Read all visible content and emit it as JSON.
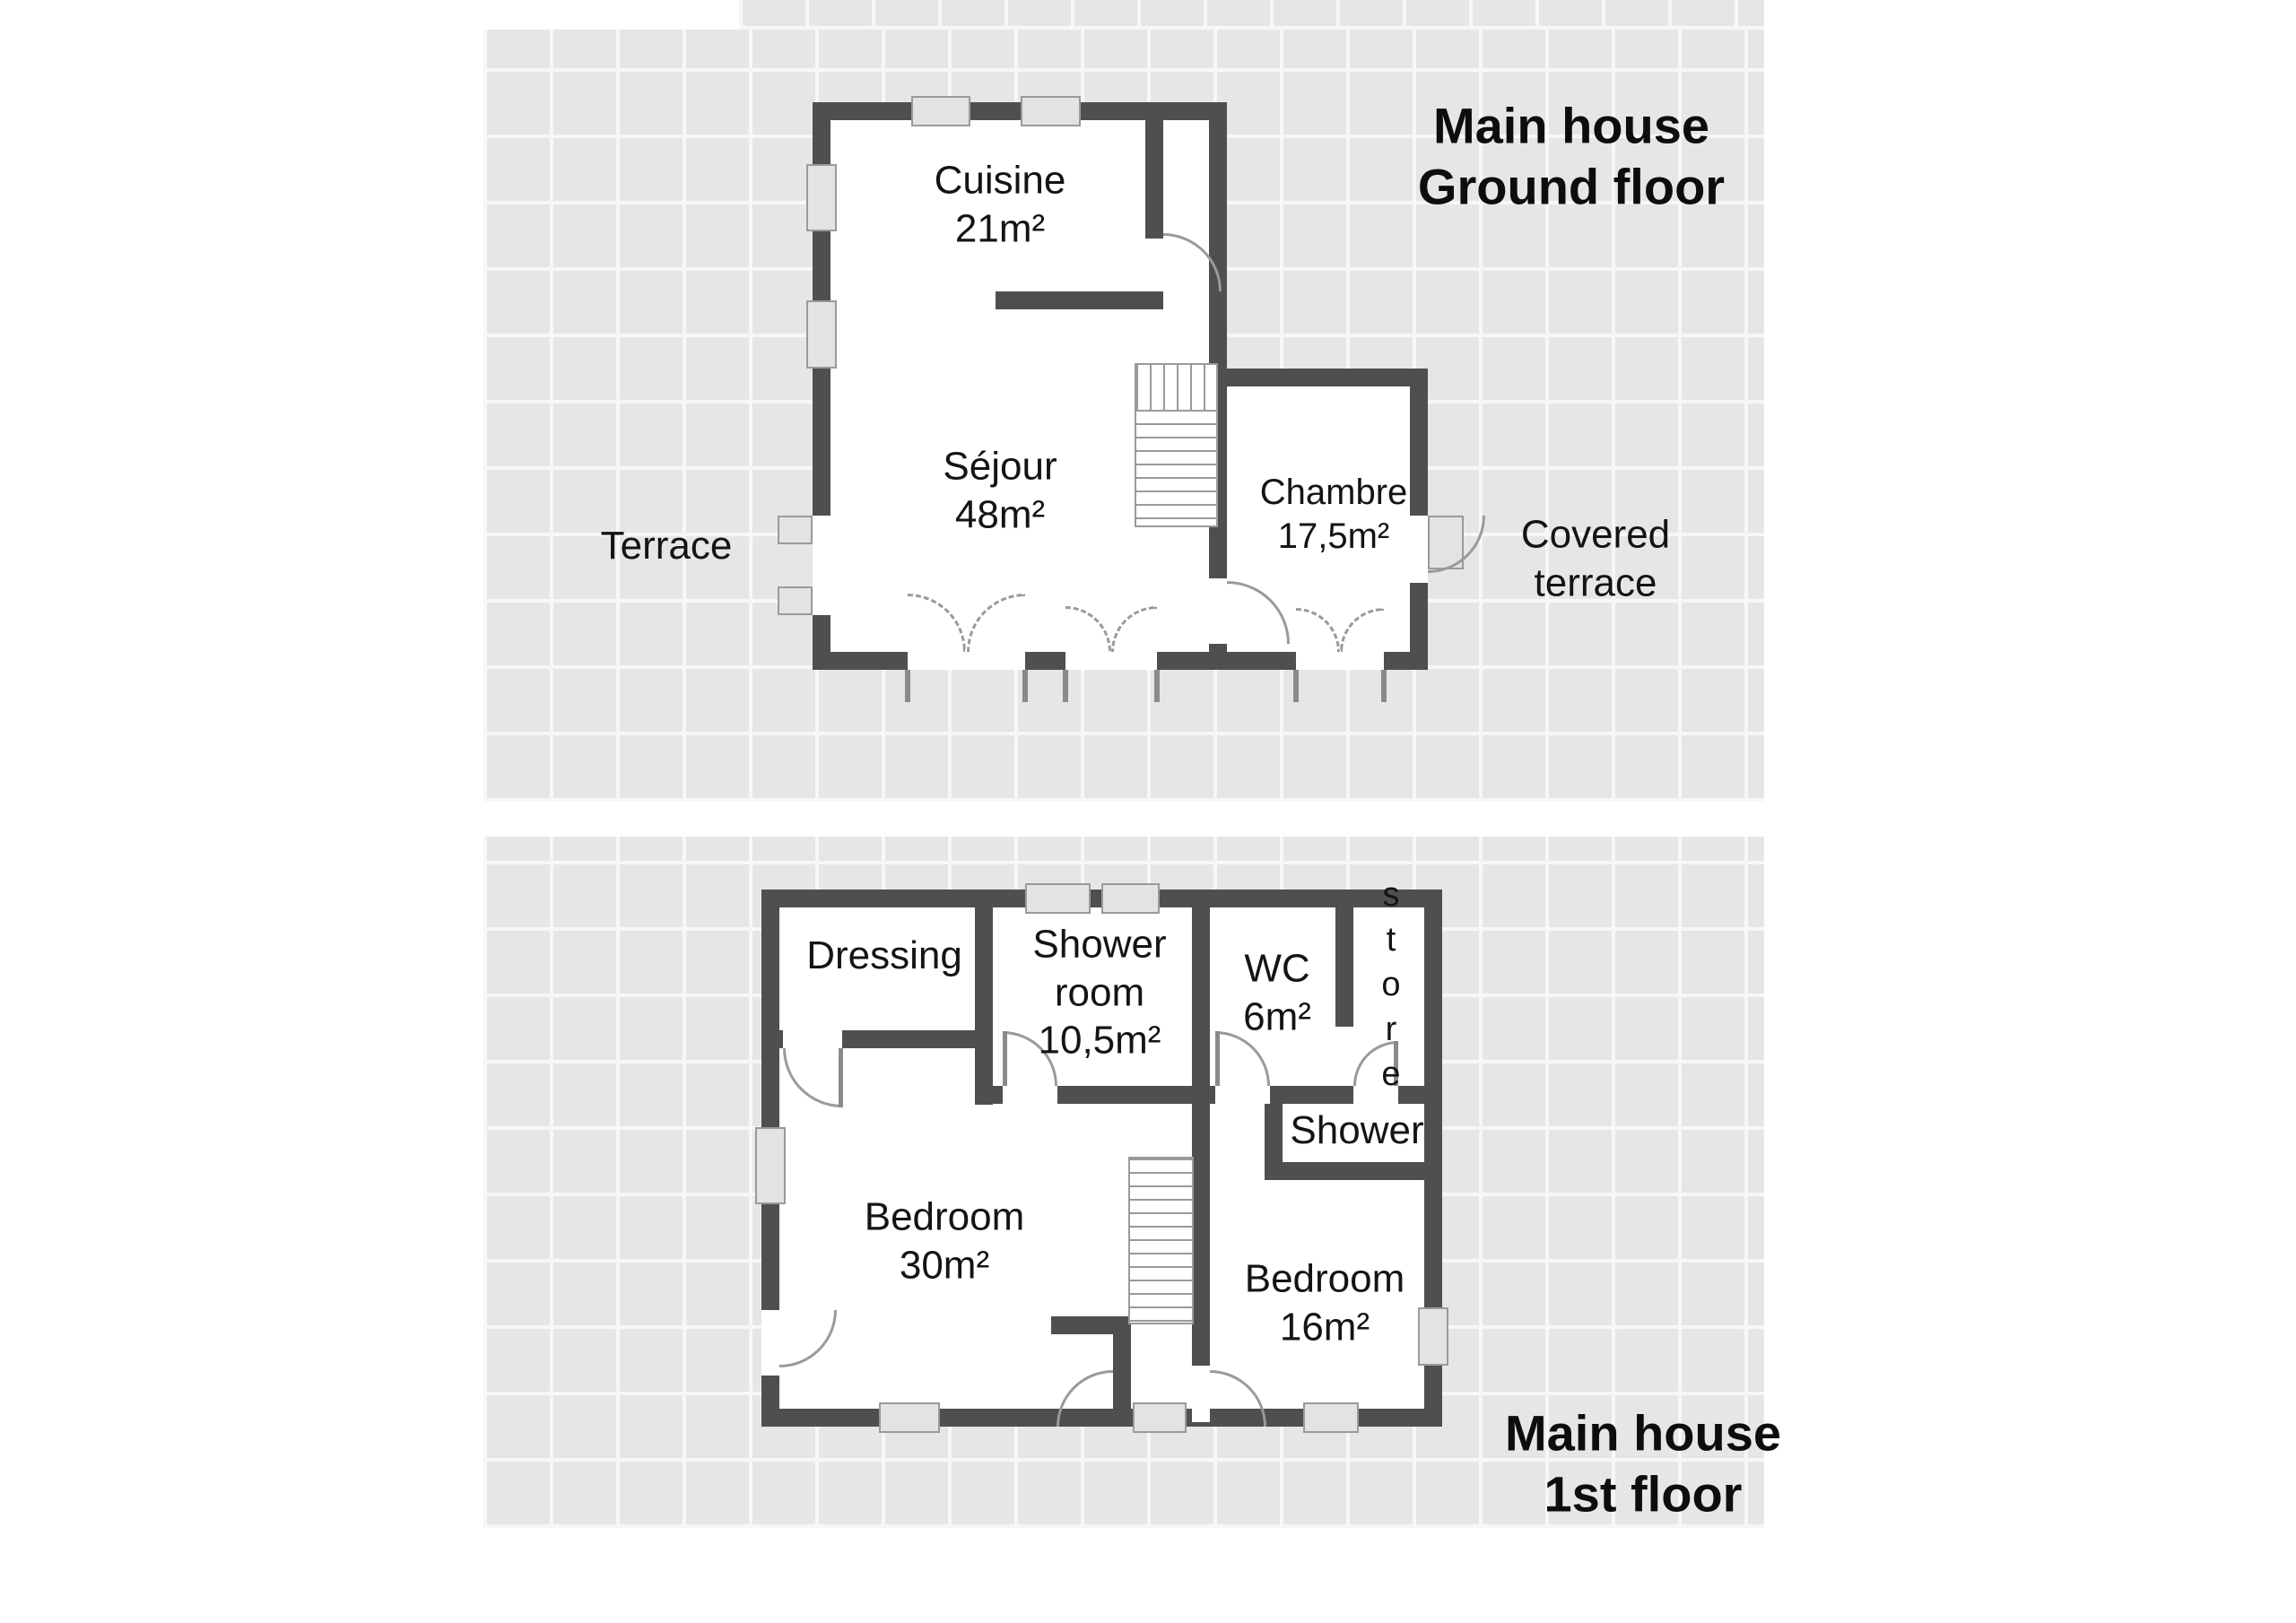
{
  "colors": {
    "wall": "#4f4f4f",
    "panel": "#e6e6e6",
    "grid": "#f7f7f7",
    "window": "#e3e3e3",
    "arc": "#9a9a9a",
    "ink": "#141414",
    "page_bg": "#ffffff"
  },
  "ground_floor": {
    "title_line1": "Main house",
    "title_line2": "Ground floor",
    "rooms": {
      "cuisine": {
        "name": "Cuisine",
        "area": "21m²"
      },
      "sejour": {
        "name": "Séjour",
        "area": "48m²"
      },
      "chambre": {
        "name": "Chambre",
        "area": "17,5m²"
      }
    },
    "outside": {
      "terrace": "Terrace",
      "covered_terrace": "Covered terrace"
    }
  },
  "first_floor": {
    "title_line1": "Main house",
    "title_line2": "1st floor",
    "rooms": {
      "dressing": {
        "name": "Dressing"
      },
      "shower_room": {
        "name": "Shower room",
        "area": "10,5m²"
      },
      "wc": {
        "name": "WC",
        "area": "6m²"
      },
      "store": {
        "name": "store"
      },
      "shower": {
        "name": "Shower"
      },
      "bedroom_large": {
        "name": "Bedroom",
        "area": "30m²"
      },
      "bedroom_small": {
        "name": "Bedroom",
        "area": "16m²"
      }
    }
  }
}
